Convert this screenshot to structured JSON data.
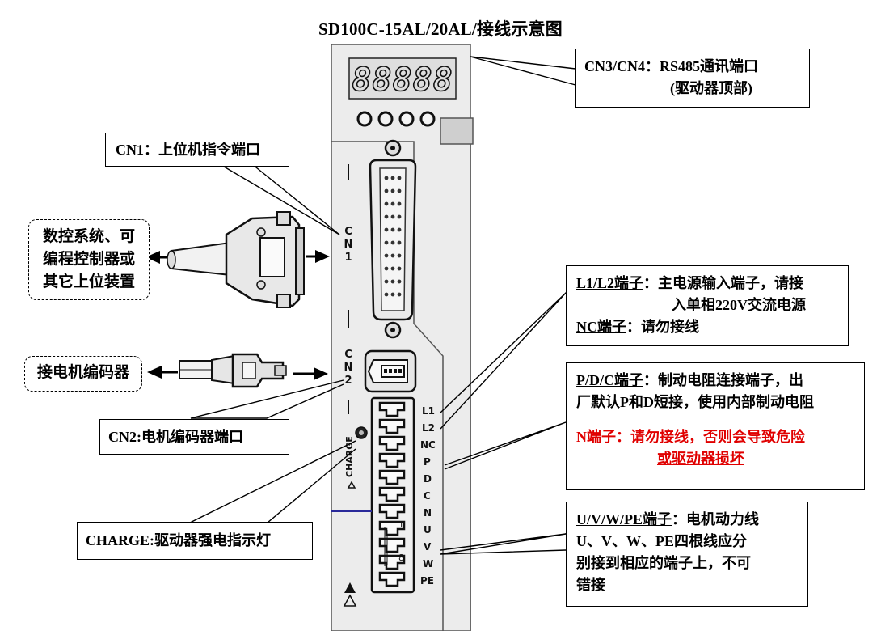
{
  "title": "SD100C-15AL/20AL/接线示意图",
  "callouts": {
    "cn3": {
      "line1": "CN3/CN4：RS485通讯端口",
      "line2": "(驱动器顶部)"
    },
    "cn1": {
      "text": "CN1：上位机指令端口"
    },
    "cn2": {
      "text": "CN2:电机编码器端口"
    },
    "charge": {
      "text": "CHARGE:驱动器强电指示灯"
    },
    "l1l2": {
      "term1": "L1/L2端子",
      "desc1a": "：主电源输入端子，请接",
      "desc1b": "入单相220V交流电源",
      "term2": "NC端子",
      "desc2": "：请勿接线"
    },
    "pdc": {
      "term1": "P/D/C端子",
      "desc1a": "：制动电阻连接端子，出",
      "desc1b": "厂默认P和D短接，使用内部制动电阻",
      "term2": "N端子",
      "desc2a": "：请勿接线，否则会导致危险",
      "desc2b": "或驱动器损坏"
    },
    "uvw": {
      "term": "U/V/W/PE端子",
      "desc1": "：电机动力线",
      "desc2": "U、V、W、PE四根线应分",
      "desc3": "别接到相应的端子上，不可",
      "desc4": "错接"
    }
  },
  "external": {
    "controller": {
      "line1": "数控系统、可",
      "line2": "编程控制器或",
      "line3": "其它上位装置"
    },
    "encoder": {
      "text": "接电机编码器"
    }
  },
  "panel": {
    "display": "88888",
    "port_cn1": [
      "C",
      "N",
      "1"
    ],
    "port_cn2": [
      "C",
      "N",
      "2"
    ],
    "charge_label": "CHARGE",
    "terminals": [
      "L1",
      "L2",
      "NC",
      "P",
      "D",
      "C",
      "N",
      "U",
      "V",
      "W",
      "PE"
    ],
    "pin_numbers": [
      "1",
      "8"
    ]
  },
  "colors": {
    "panel_light": "#ececec",
    "panel_mid": "#d9d9d9",
    "line": "#000000",
    "warning_text": "#e00000",
    "marker": "#2a2a9a"
  }
}
